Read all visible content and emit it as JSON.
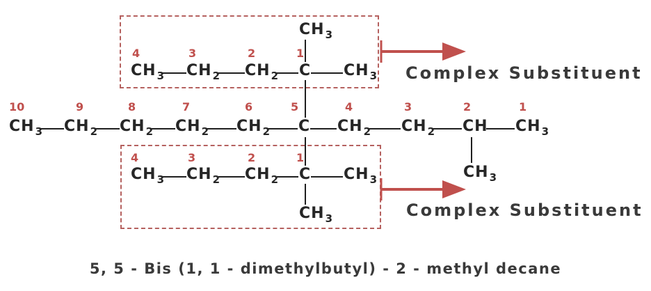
{
  "colors": {
    "accent_red": "#c0504d",
    "box_border": "#b5615f",
    "bond": "#1f1f1f",
    "formula_text": "#262626",
    "label_text": "#3a3a3a",
    "background": "#ffffff"
  },
  "main_chain": {
    "carbon_numbers": [
      "10",
      "9",
      "8",
      "7",
      "6",
      "5",
      "4",
      "3",
      "2",
      "1"
    ],
    "chain": [
      {
        "formula": "CH",
        "subscript": "3"
      },
      {
        "formula": "CH",
        "subscript": "2"
      },
      {
        "formula": "CH",
        "subscript": "2"
      },
      {
        "formula": "CH",
        "subscript": "2"
      },
      {
        "formula": "CH",
        "subscript": "2"
      },
      {
        "formula": "C",
        "subscript": ""
      },
      {
        "formula": "CH",
        "subscript": "2"
      },
      {
        "formula": "CH",
        "subscript": "2"
      },
      {
        "formula": "CH",
        "subscript": ""
      },
      {
        "formula": "CH",
        "subscript": "3"
      }
    ],
    "branch_at_c2": {
      "formula": "CH",
      "subscript": "3"
    }
  },
  "top_substituent": {
    "carbon_numbers": [
      "4",
      "3",
      "2",
      "1"
    ],
    "chain": [
      {
        "formula": "CH",
        "subscript": "3"
      },
      {
        "formula": "CH",
        "subscript": "2"
      },
      {
        "formula": "CH",
        "subscript": "2"
      },
      {
        "formula": "C",
        "subscript": ""
      },
      {
        "formula": "CH",
        "subscript": "3"
      }
    ],
    "branch_above_c1": {
      "formula": "CH",
      "subscript": "3"
    },
    "label": "Complex Substituent"
  },
  "bottom_substituent": {
    "carbon_numbers": [
      "4",
      "3",
      "2",
      "1"
    ],
    "chain": [
      {
        "formula": "CH",
        "subscript": "3"
      },
      {
        "formula": "CH",
        "subscript": "2"
      },
      {
        "formula": "CH",
        "subscript": "2"
      },
      {
        "formula": "C",
        "subscript": ""
      },
      {
        "formula": "CH",
        "subscript": "3"
      }
    ],
    "branch_below_c1": {
      "formula": "CH",
      "subscript": "3"
    },
    "label": "Complex Substituent"
  },
  "caption": "5, 5 - Bis (1, 1 - dimethylbutyl) - 2 - methyl decane"
}
